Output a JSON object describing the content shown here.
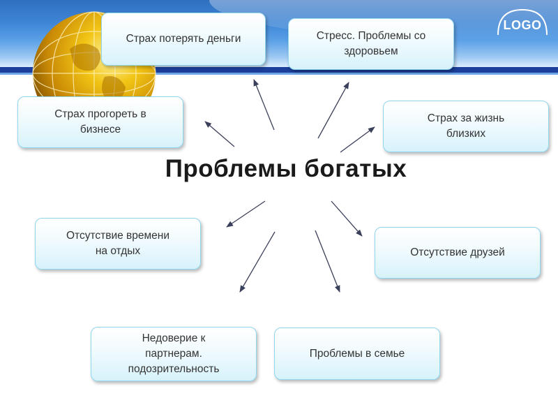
{
  "logo": {
    "text": "LOGO"
  },
  "title": "Проблемы богатых",
  "boxes": {
    "fear_lose_money": "Страх потерять деньги",
    "stress_health": "Стресс. Проблемы со\nздоровьем",
    "fear_fail_business": "Страх прогореть в\nбизнесе",
    "fear_for_family": "Страх за жизнь\nблизких",
    "no_rest_time": "Отсутствие времени\nна отдых",
    "no_friends": "Отсутствие друзей",
    "distrust_partners": "Недоверие к\nпартнерам.\nподозрительность",
    "family_problems": "Проблемы  в семье"
  },
  "colors": {
    "box_border": "#8fd6ee",
    "box_fill": "#d7f2fb",
    "header_blue": "#2f6fc0",
    "arrow": "#3a3f5a"
  },
  "icons": [
    "globe-icon",
    "logo-icon"
  ]
}
